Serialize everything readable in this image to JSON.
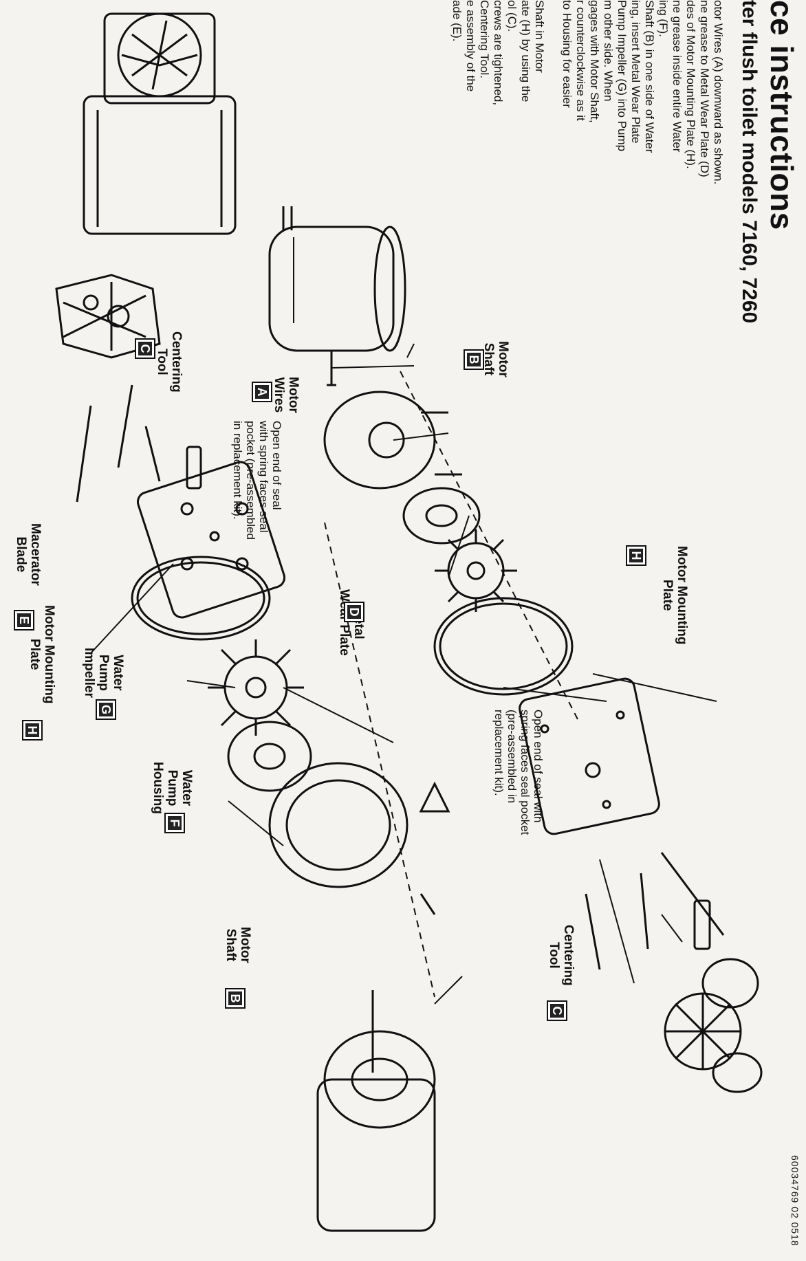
{
  "header": {
    "title": "ce instructions",
    "subtitle": "ter flush toilet models 7160, 7260"
  },
  "instructions": {
    "lines": [
      "otor Wires (A) downward as shown.",
      "ne grease to Metal Wear Plate (D)",
      "des of Motor Mounting Plate (H).",
      "ne grease inside entire Water",
      "ing (F).",
      "Shaft (B) in one side of Water",
      "ing, insert Metal Wear Plate",
      "Pump Impeller (G) into Pump",
      "m other side. When",
      "gages with Motor Shaft,",
      "r counterclockwise as it",
      "to Housing for easier",
      "",
      "Shaft in Motor",
      "ate (H) by using the",
      "ol (C).",
      "crews are tightened,",
      "Centering Tool.",
      "e assembly of the",
      "ade (E)."
    ]
  },
  "callouts": {
    "motor_shaft_top": {
      "label": "Motor\nShaft",
      "tag": "B"
    },
    "motor_wires": {
      "label": "Motor\nWires",
      "tag": "A"
    },
    "centering_tool_left": {
      "label": "Centering\nTool",
      "tag": "C"
    },
    "macerator_blade": {
      "label": "Macerator\nBlade",
      "tag": "E"
    },
    "motor_mounting_plate_top": {
      "label": "Motor Mounting\nPlate",
      "tag": "H"
    },
    "seal_note_left": "Open end of seal\nwith spring faces seal\npocket (pre-assembled\nin replacement kit).",
    "metal_wear_plate": {
      "label": "Metal\nWear Plate",
      "tag": "D"
    },
    "motor_mounting_plate_bottom": {
      "label": "Motor Mounting\nPlate",
      "tag": "H"
    },
    "water_pump_impeller": {
      "label": "Water\nPump\nImpeller",
      "tag": "G"
    },
    "seal_note_right": "Open end of seal with\nspring faces seal pocket\n(pre-assembled in\nreplacement kit).",
    "water_pump_housing": {
      "label": "Water\nPump\nHousing",
      "tag": "F"
    },
    "centering_tool_right": {
      "label": "Centering\nTool",
      "tag": "C"
    },
    "motor_shaft_bottom": {
      "label": "Motor\nShaft",
      "tag": "B"
    }
  },
  "footer": {
    "code": "60034769  02  0518"
  }
}
